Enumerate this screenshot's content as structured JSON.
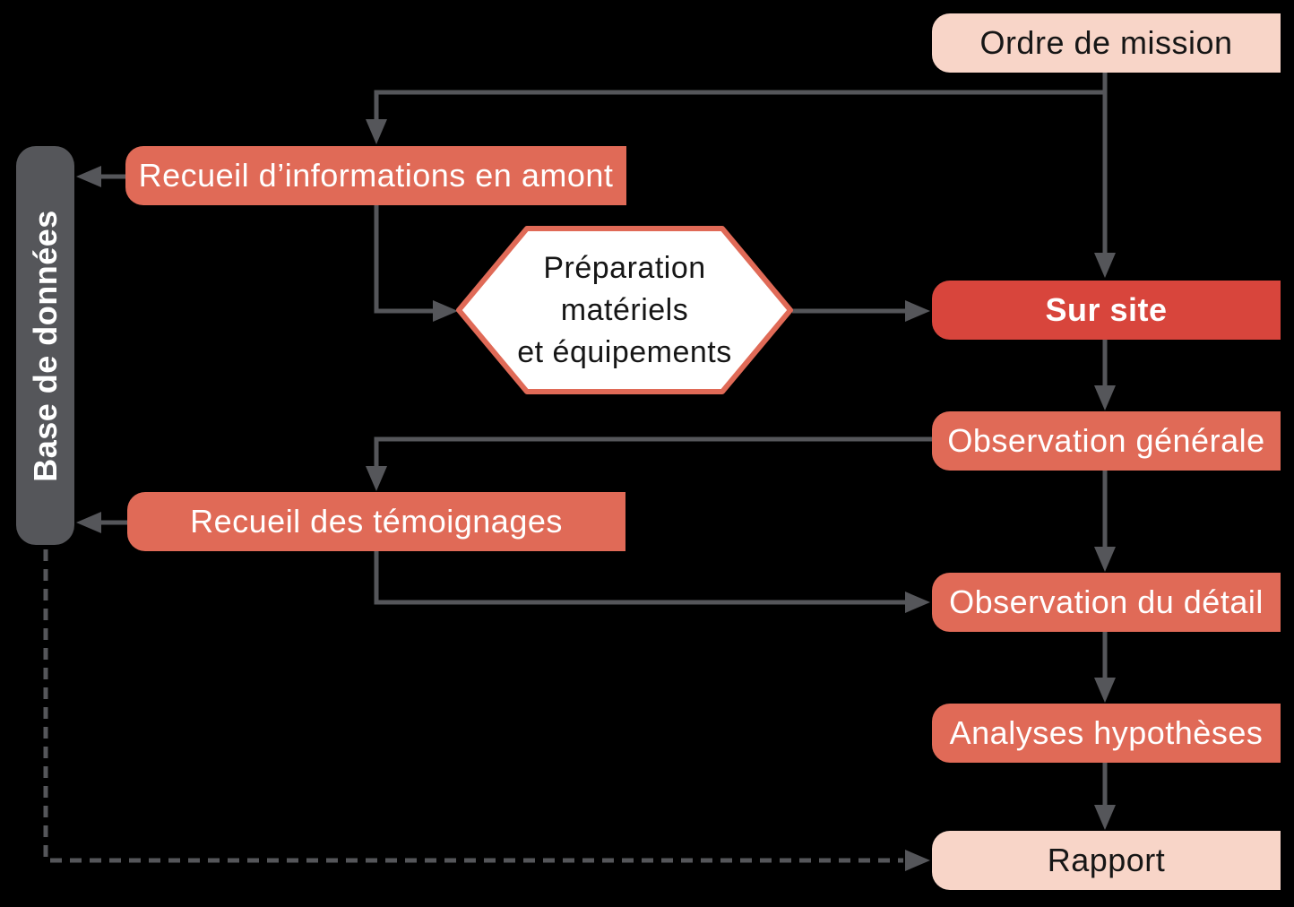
{
  "colors": {
    "background": "#000000",
    "pink": "#f8d5c8",
    "salmon": "#e06a57",
    "red": "#d8453c",
    "gray": "#55565a",
    "text_dark": "#161616",
    "text_light": "#ffffff"
  },
  "nodes": {
    "ordre_de_mission": {
      "label": "Ordre de mission"
    },
    "base_de_donnees": {
      "label": "Base de données"
    },
    "recueil_informations": {
      "label": "Recueil d’informations en amont"
    },
    "preparation": {
      "line1": "Préparation",
      "line2": "matériels",
      "line3": "et équipements"
    },
    "sur_site": {
      "label": "Sur site"
    },
    "observation_generale": {
      "label": "Observation générale"
    },
    "recueil_temoignages": {
      "label": "Recueil des témoignages"
    },
    "observation_detail": {
      "label": "Observation du détail"
    },
    "analyses_hypotheses": {
      "label": "Analyses hypothèses"
    },
    "rapport": {
      "label": "Rapport"
    }
  },
  "edges": [
    {
      "from": "ordre_de_mission",
      "to": "sur_site",
      "style": "solid"
    },
    {
      "from": "ordre_de_mission",
      "to": "recueil_informations",
      "style": "solid"
    },
    {
      "from": "recueil_informations",
      "to": "base_de_donnees",
      "style": "solid"
    },
    {
      "from": "recueil_informations",
      "to": "preparation",
      "style": "solid"
    },
    {
      "from": "preparation",
      "to": "sur_site",
      "style": "solid"
    },
    {
      "from": "sur_site",
      "to": "observation_generale",
      "style": "solid"
    },
    {
      "from": "observation_generale",
      "to": "recueil_temoignages",
      "style": "solid"
    },
    {
      "from": "recueil_temoignages",
      "to": "base_de_donnees",
      "style": "solid"
    },
    {
      "from": "recueil_temoignages",
      "to": "observation_detail",
      "style": "solid"
    },
    {
      "from": "observation_generale",
      "to": "observation_detail",
      "style": "solid"
    },
    {
      "from": "observation_detail",
      "to": "analyses_hypotheses",
      "style": "solid"
    },
    {
      "from": "analyses_hypotheses",
      "to": "rapport",
      "style": "solid"
    },
    {
      "from": "base_de_donnees",
      "to": "rapport",
      "style": "dashed"
    }
  ]
}
